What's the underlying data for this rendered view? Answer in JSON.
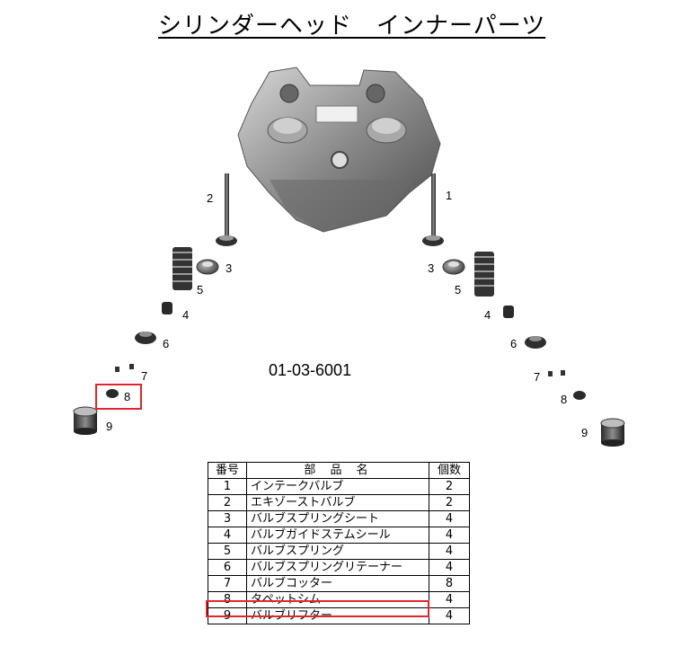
{
  "title": "シリンダーヘッド　インナーパーツ",
  "part_number": "01-03-6001",
  "diagram_labels": {
    "left": [
      "2",
      "3",
      "5",
      "4",
      "6",
      "7",
      "8",
      "9"
    ],
    "right": [
      "1",
      "3",
      "5",
      "4",
      "6",
      "7",
      "8",
      "9"
    ]
  },
  "highlight_color": "#e0262b",
  "table": {
    "headers": [
      "番号",
      "部 品 名",
      "個数"
    ],
    "rows": [
      {
        "no": "1",
        "name": "インテークバルブ",
        "qty": "2"
      },
      {
        "no": "2",
        "name": "エキゾーストバルブ",
        "qty": "2"
      },
      {
        "no": "3",
        "name": "バルブスプリングシート",
        "qty": "4"
      },
      {
        "no": "4",
        "name": "バルブガイドステムシール",
        "qty": "4"
      },
      {
        "no": "5",
        "name": "バルブスプリング",
        "qty": "4"
      },
      {
        "no": "6",
        "name": "バルブスプリングリテーナー",
        "qty": "4"
      },
      {
        "no": "7",
        "name": "バルブコッター",
        "qty": "8"
      },
      {
        "no": "8",
        "name": "タペットシム",
        "qty": "4"
      },
      {
        "no": "9",
        "name": "バルブリフター",
        "qty": "4"
      }
    ]
  }
}
